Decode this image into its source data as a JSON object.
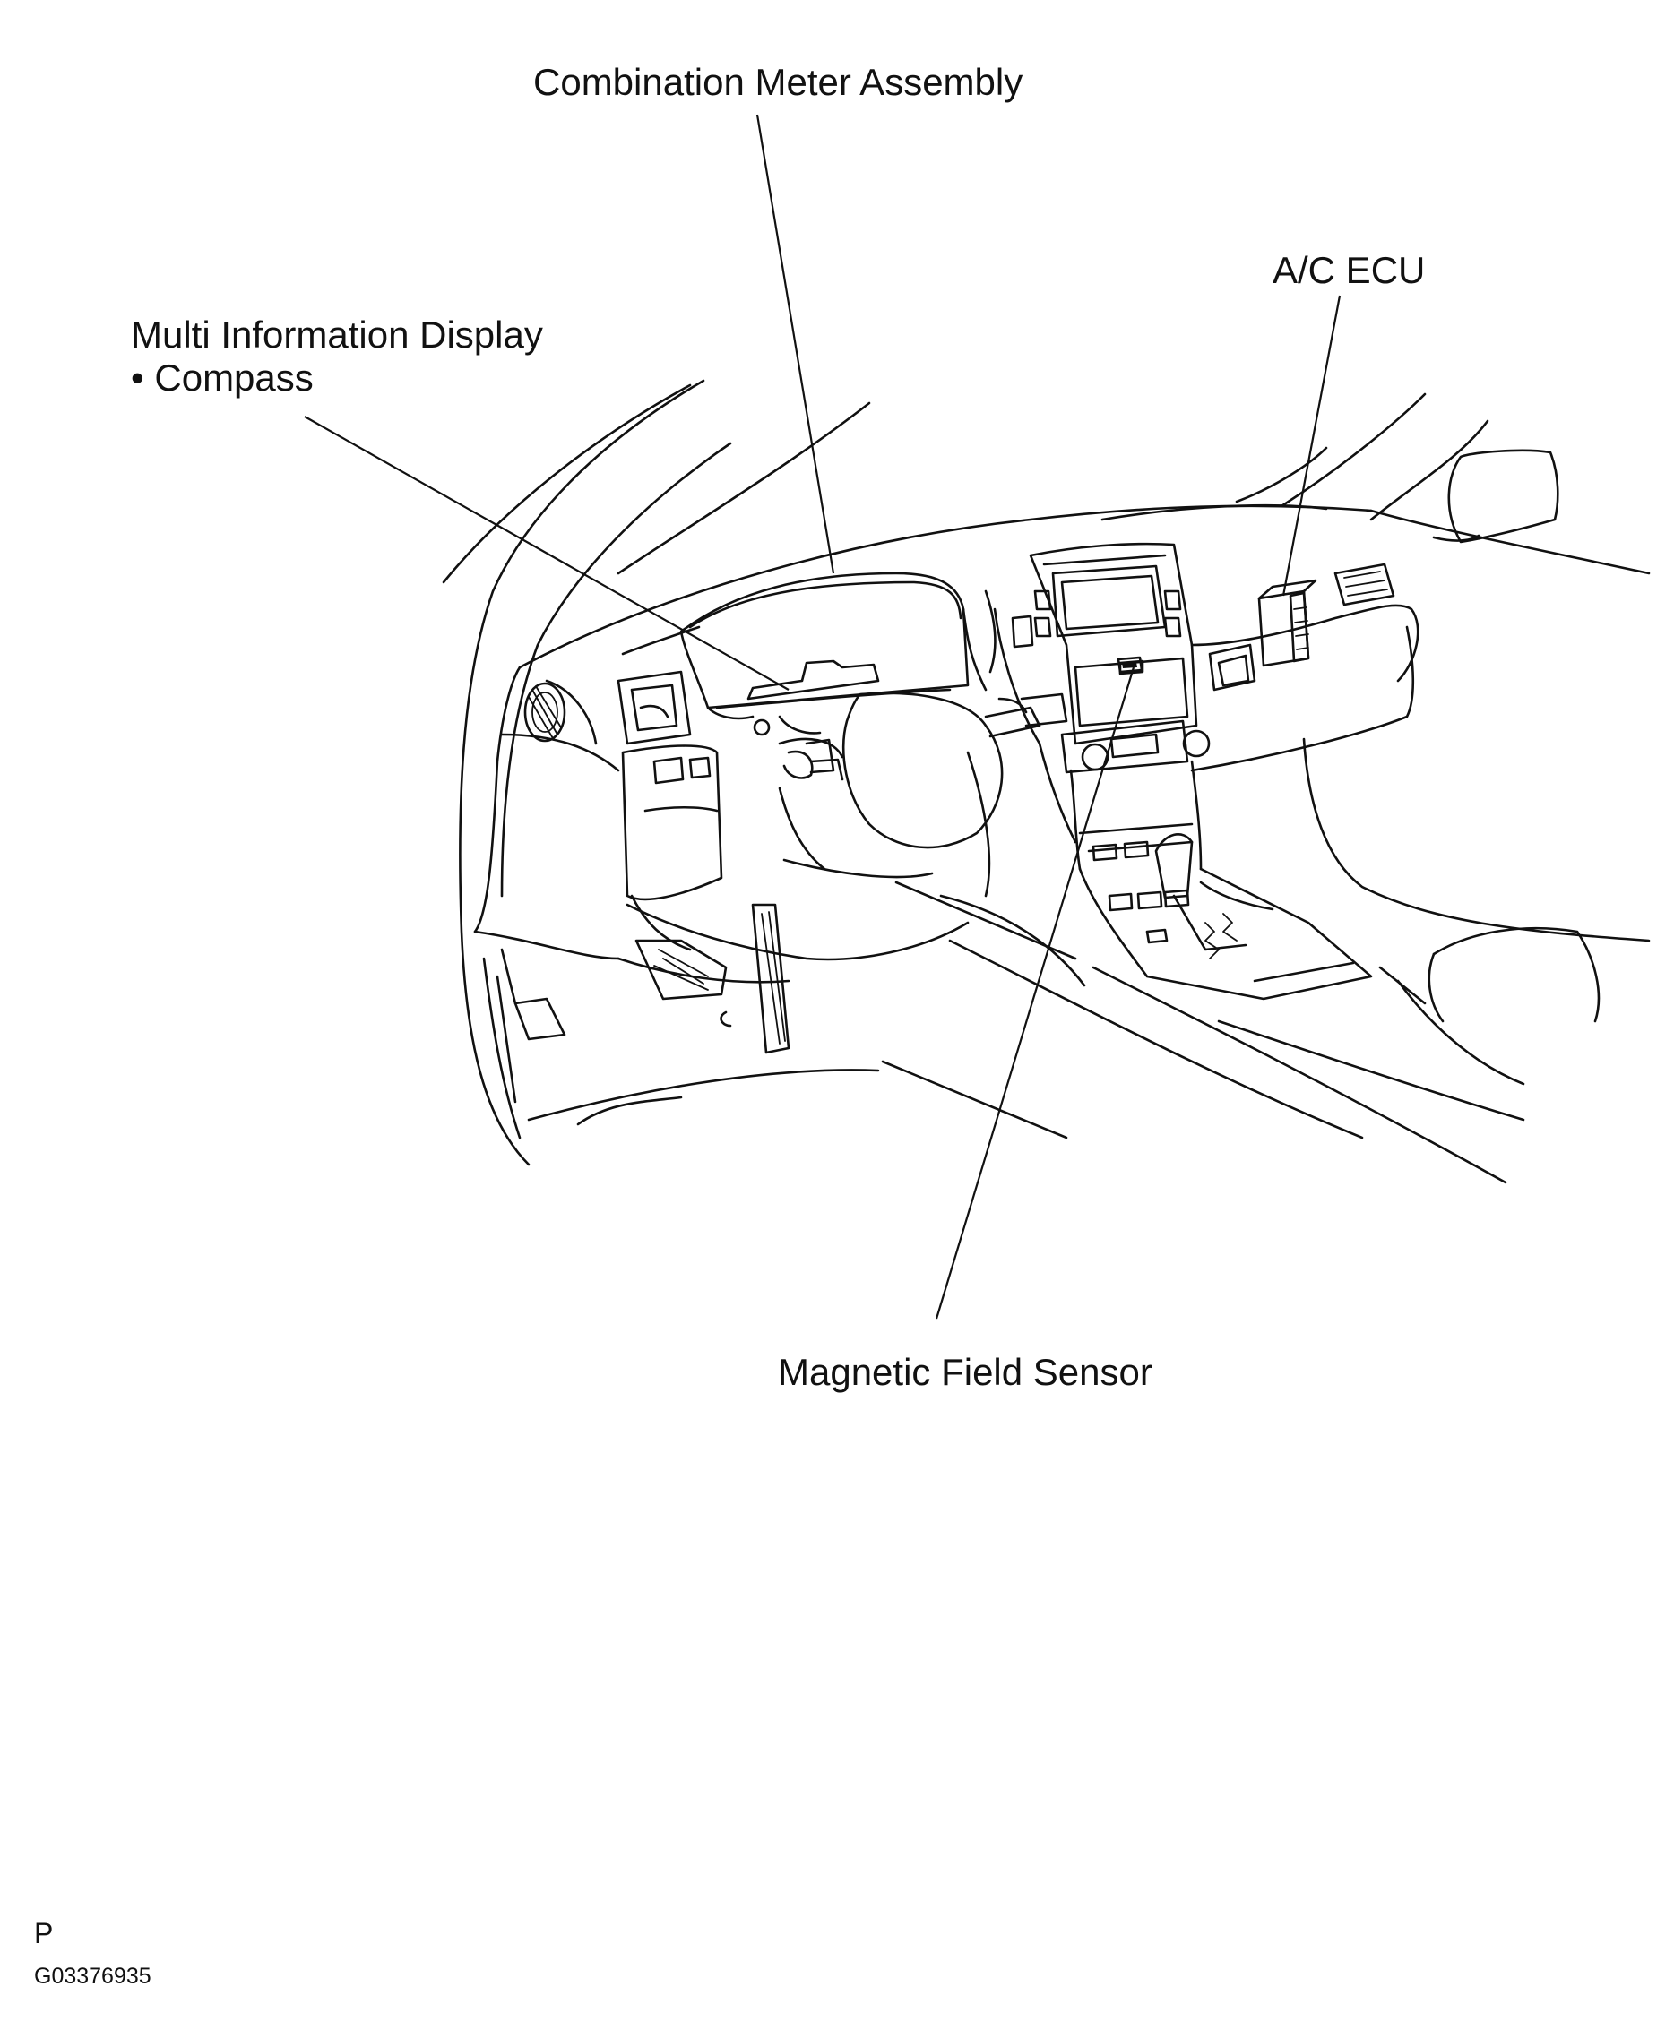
{
  "labels": {
    "combination_meter": "Combination Meter Assembly",
    "ac_ecu": "A/C ECU",
    "multi_info_display": "Multi Information Display",
    "compass": "• Compass",
    "magnetic_field_sensor": "Magnetic Field Sensor"
  },
  "footer": {
    "view_code": "P",
    "figure_id": "G03376935"
  }
}
